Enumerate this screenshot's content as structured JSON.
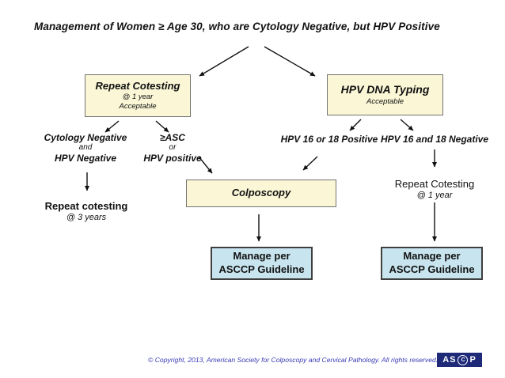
{
  "title": "Management of Women ≥ Age 30, who are Cytology Negative, but HPV Positive",
  "boxes": {
    "repeat_cotesting": {
      "title": "Repeat Cotesting",
      "line2": "@  1 year",
      "line3": "Acceptable"
    },
    "hpv_dna_typing": {
      "title": "HPV DNA Typing",
      "line2": "Acceptable"
    },
    "colposcopy": {
      "title": "Colposcopy"
    },
    "manage_left": {
      "line1": "Manage per",
      "line2": "ASCCP Guideline"
    },
    "manage_right": {
      "line1": "Manage per",
      "line2": "ASCCP Guideline"
    }
  },
  "labels": {
    "cytology_negative": {
      "line1": "Cytology Negative",
      "line2": "and",
      "line3": "HPV Negative"
    },
    "asc": {
      "line1": "≥ASC",
      "line2": "or",
      "line3": "HPV positive"
    },
    "hpv_16_or_18_positive": "HPV 16 or 18 Positive",
    "hpv_16_and_18_negative": "HPV 16 and 18 Negative",
    "repeat_cotesting_3y": {
      "line1": "Repeat cotesting",
      "line2": "@ 3 years"
    },
    "repeat_cotesting_1y": {
      "line1": "Repeat Cotesting",
      "line2": "@ 1 year"
    }
  },
  "footer": {
    "copyright": "© Copyright, 2013, American Society for Colposcopy and Cervical Pathology.  All rights reserved.",
    "logo": {
      "left": "AS",
      "c": "C",
      "right": "P"
    }
  },
  "colors": {
    "box_cream": "#FAF6D6",
    "box_blue": "#C8E4EE",
    "footer_blue": "#3a3ab5",
    "logo_navy": "#1e2a78",
    "arrow": "#111111"
  }
}
